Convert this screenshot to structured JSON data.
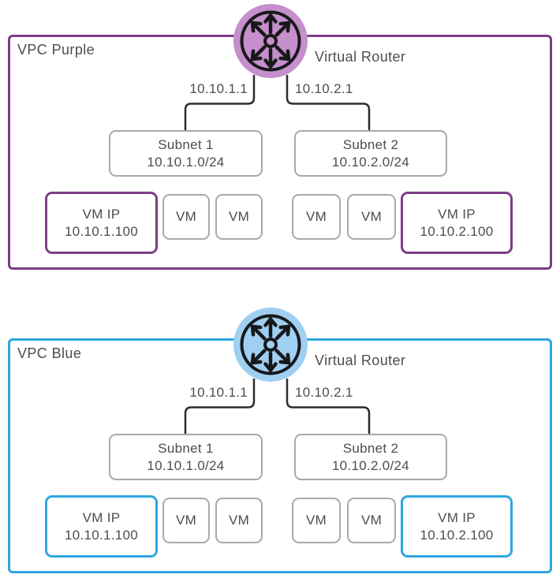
{
  "diagram": {
    "background": "#ffffff",
    "connector_color": "#2e2b2c",
    "gray_border": "#a7a9ac",
    "text_color": "#4d4d4f"
  },
  "vpcs": [
    {
      "name": "VPC Purple",
      "accent": "#7d3d87",
      "router_fill": "#c48fcb",
      "router_label": "Virtual Router",
      "interfaces": [
        "10.10.1.1",
        "10.10.2.1"
      ],
      "subnets": [
        {
          "name": "Subnet 1",
          "cidr": "10.10.1.0/24"
        },
        {
          "name": "Subnet 2",
          "cidr": "10.10.2.0/24"
        }
      ],
      "vm_ip_left": {
        "label": "VM IP",
        "ip": "10.10.1.100"
      },
      "vm_ip_right": {
        "label": "VM IP",
        "ip": "10.10.2.100"
      },
      "vm_label": "VM"
    },
    {
      "name": "VPC Blue",
      "accent": "#2ea7e0",
      "router_fill": "#9fd0f2",
      "router_label": "Virtual Router",
      "interfaces": [
        "10.10.1.1",
        "10.10.2.1"
      ],
      "subnets": [
        {
          "name": "Subnet 1",
          "cidr": "10.10.1.0/24"
        },
        {
          "name": "Subnet 2",
          "cidr": "10.10.2.0/24"
        }
      ],
      "vm_ip_left": {
        "label": "VM IP",
        "ip": "10.10.1.100"
      },
      "vm_ip_right": {
        "label": "VM IP",
        "ip": "10.10.2.100"
      },
      "vm_label": "VM"
    }
  ]
}
